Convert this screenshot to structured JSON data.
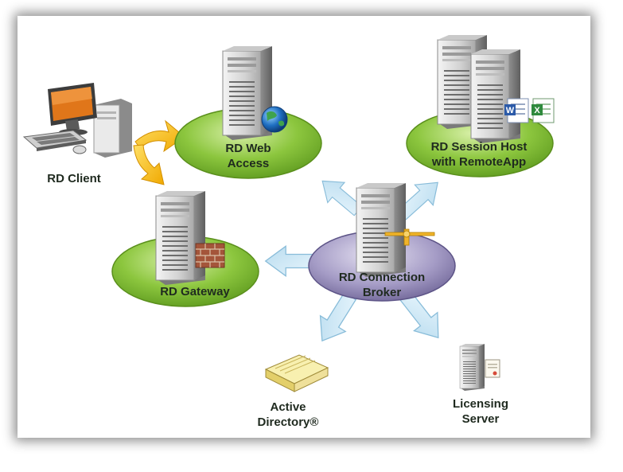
{
  "nodes": {
    "rd_client": {
      "label": "RD Client"
    },
    "rd_web_access": {
      "line1": "RD Web",
      "line2": "Access"
    },
    "rd_gateway": {
      "label": "RD Gateway"
    },
    "rd_session_host": {
      "line1": "RD Session Host",
      "line2": "with RemoteApp"
    },
    "rd_connection_broker": {
      "line1": "RD Connection",
      "line2": "Broker"
    },
    "active_directory": {
      "line1": "Active",
      "line2": "Directory®"
    },
    "licensing_server": {
      "line1": "Licensing",
      "line2": "Server"
    }
  },
  "colors": {
    "green_node": "#8cc63e",
    "broker_node": "#8f86b3",
    "client_arrow": "#f5b400",
    "broker_arrow": "#cfe8f6"
  }
}
